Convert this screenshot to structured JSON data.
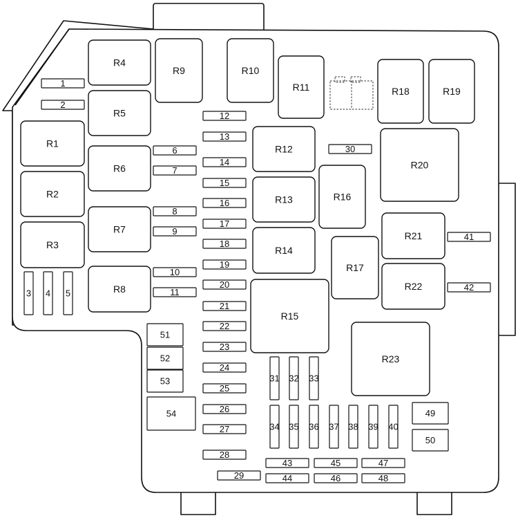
{
  "relays": [
    "R1",
    "R2",
    "R3",
    "R4",
    "R5",
    "R6",
    "R7",
    "R8",
    "R9",
    "R10",
    "R11",
    "R12",
    "R13",
    "R14",
    "R15",
    "R16",
    "R17",
    "R18",
    "R19",
    "R20",
    "R21",
    "R22",
    "R23"
  ],
  "fuses": [
    "1",
    "2",
    "3",
    "4",
    "5",
    "6",
    "7",
    "8",
    "9",
    "10",
    "11",
    "12",
    "13",
    "14",
    "15",
    "16",
    "17",
    "18",
    "19",
    "20",
    "21",
    "22",
    "23",
    "24",
    "25",
    "26",
    "27",
    "28",
    "29",
    "30",
    "31",
    "32",
    "33",
    "34",
    "35",
    "36",
    "37",
    "38",
    "39",
    "40",
    "41",
    "42",
    "43",
    "44",
    "45",
    "46",
    "47",
    "48",
    "49",
    "50",
    "51",
    "52",
    "53",
    "54"
  ]
}
